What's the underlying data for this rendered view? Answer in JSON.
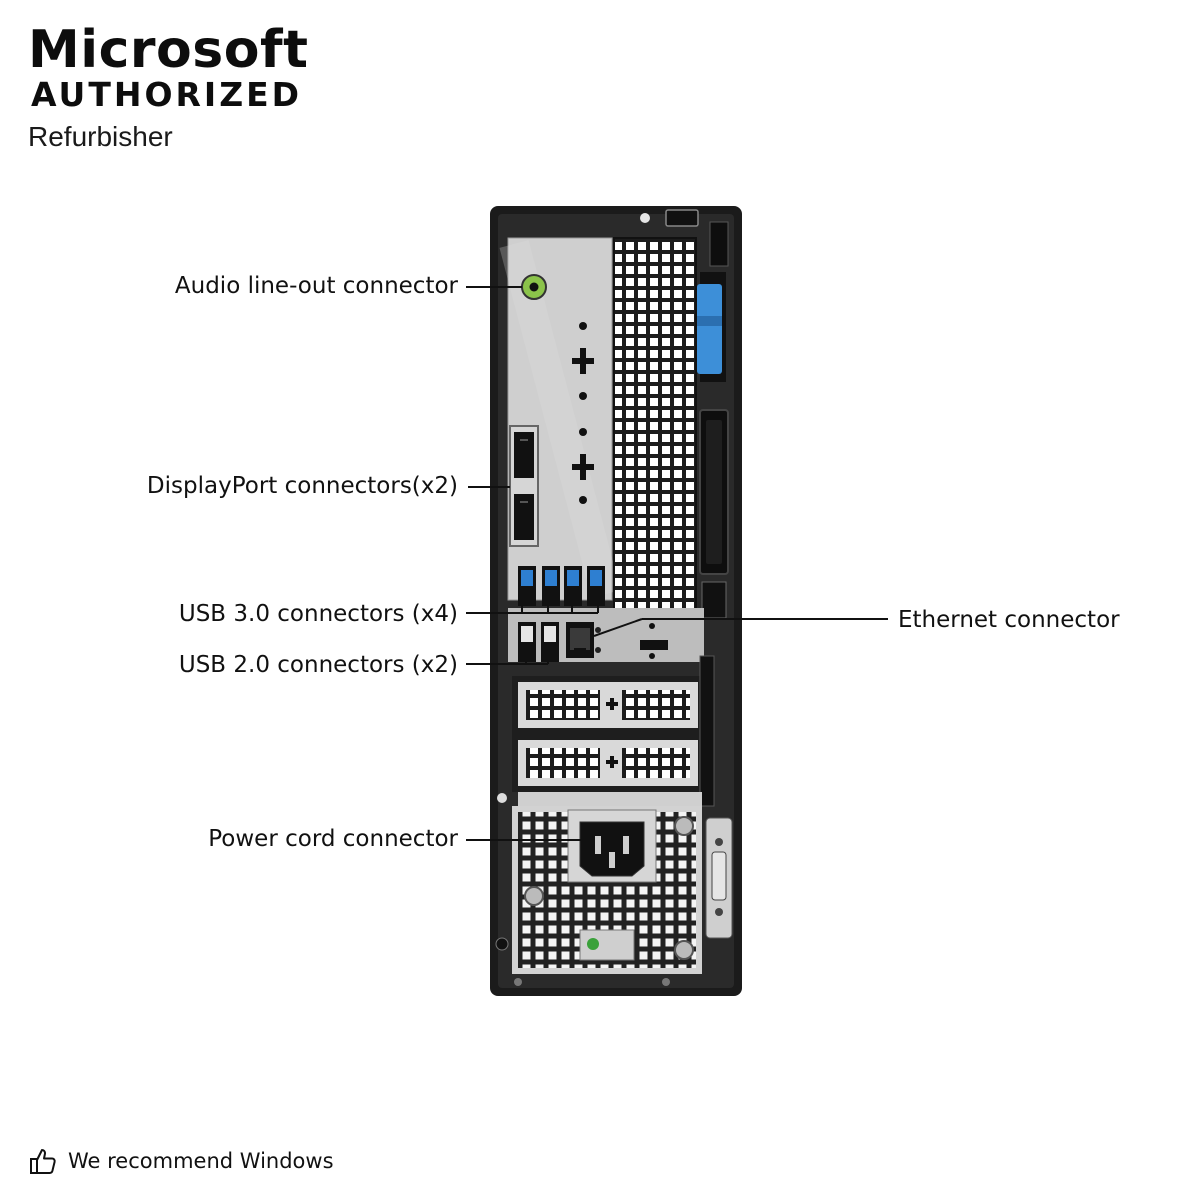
{
  "brand": {
    "name": "Microsoft",
    "status": "AUTHORIZED",
    "role": "Refurbisher"
  },
  "callouts": {
    "audio": "Audio line-out connector",
    "displayport": "DisplayPort connectors(x2)",
    "usb3": "USB 3.0 connectors (x4)",
    "usb2": "USB 2.0 connectors (x2)",
    "ethernet": "Ethernet connector",
    "power": "Power cord connector"
  },
  "footer": {
    "text": "We recommend Windows",
    "icon": "thumbs-up-icon"
  },
  "colors": {
    "case": "#1b1b1b",
    "panel": "#c9c9c9",
    "usb3_blue": "#2e7fd1",
    "accent_blue": "#3d8fd8",
    "audio_green": "#8bc34a"
  }
}
